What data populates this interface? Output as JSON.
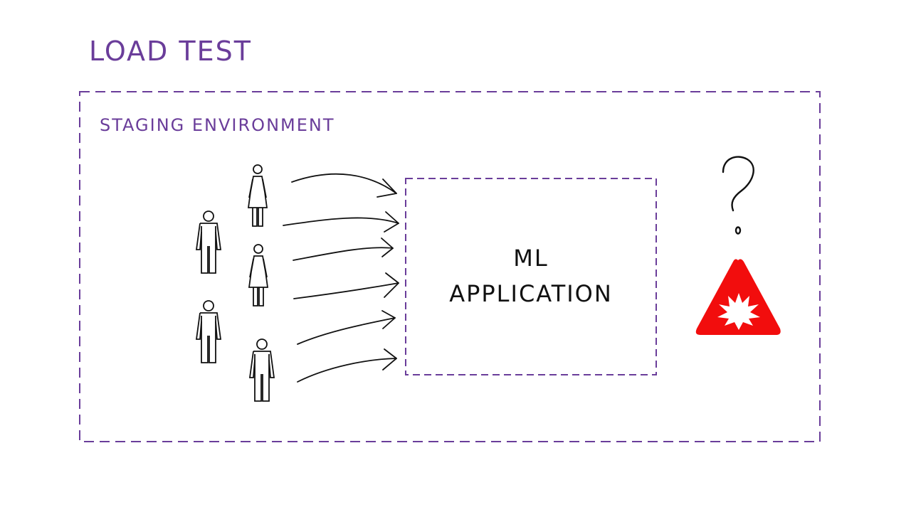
{
  "title": "LOAD TEST",
  "environment": {
    "label": "STAGING ENVIRONMENT"
  },
  "application": {
    "line1": "ML",
    "line2": "APPLICATION"
  },
  "users": [
    {
      "kind": "female",
      "id": "user-1"
    },
    {
      "kind": "male",
      "id": "user-2"
    },
    {
      "kind": "female",
      "id": "user-3"
    },
    {
      "kind": "male",
      "id": "user-4"
    },
    {
      "kind": "male",
      "id": "user-5"
    }
  ],
  "icons": {
    "question": "question-mark-icon",
    "warning": "warning-explosion-icon"
  },
  "colors": {
    "accent": "#6a3d9a",
    "ink": "#111111",
    "warning": "#f20d0d"
  }
}
